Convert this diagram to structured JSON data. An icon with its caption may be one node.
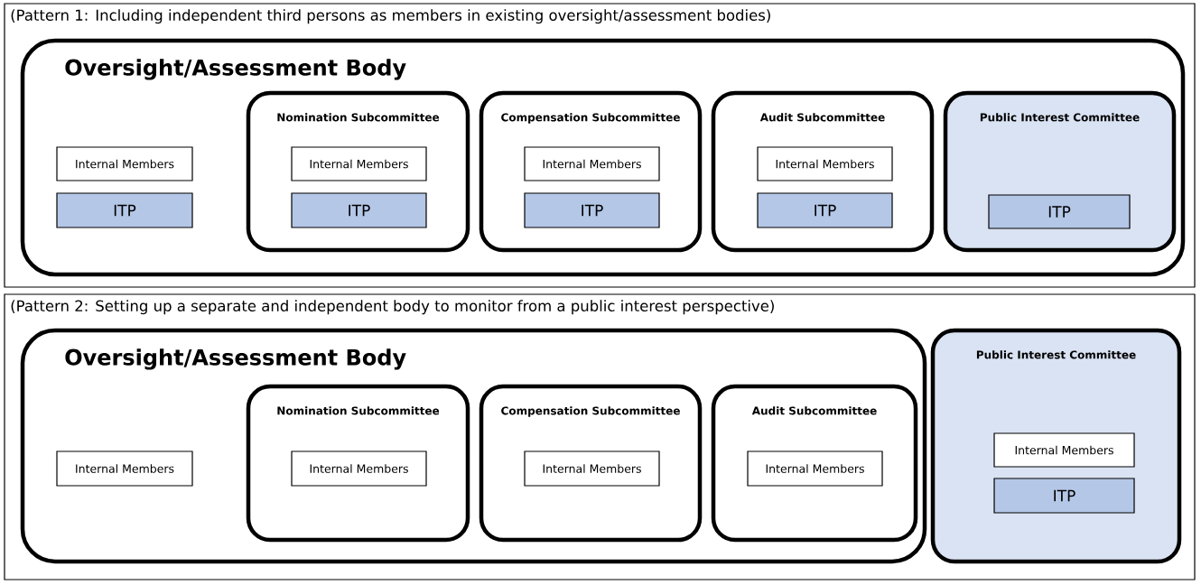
{
  "diagram": {
    "nodes": [
      {
        "text": [
          "(Pattern 1: Including independent third persons as members in existing oversight/assessment bodies)"
        ]
      },
      {
        "text": [
          "Oversight/Assessment Body"
        ],
        "in": 0
      },
      {
        "text": [
          "Internal Members"
        ],
        "in": 1
      },
      {
        "text": [
          "ITP"
        ],
        "in": 1
      },
      {
        "text": [
          "Nomination Subcommittee"
        ],
        "in": 1
      },
      {
        "text": [
          "Internal Members"
        ],
        "in": 4
      },
      {
        "text": [
          "ITP"
        ],
        "in": 4
      },
      {
        "text": [
          "Compensation Subcommittee"
        ],
        "in": 1
      },
      {
        "text": [
          "Internal Members"
        ],
        "in": 7
      },
      {
        "text": [
          "ITP"
        ],
        "in": 7
      },
      {
        "text": [
          "Audit Subcommittee"
        ],
        "in": 1
      },
      {
        "text": [
          "Internal Members"
        ],
        "in": 10
      },
      {
        "text": [
          "ITP"
        ],
        "in": 10
      },
      {
        "text": [
          "Public Interest Committee"
        ],
        "in": 1
      },
      {
        "text": [
          "ITP"
        ],
        "in": 13
      },
      {
        "text": [
          "(Pattern 2: Setting up a separate and independent body to monitor from a public interest perspective)"
        ]
      },
      {
        "text": [
          "Oversight/Assessment Body"
        ],
        "in": 15
      },
      {
        "text": [
          "Internal Members"
        ],
        "in": 16
      },
      {
        "text": [
          "Nomination Subcommittee"
        ],
        "in": 16
      },
      {
        "text": [
          "Internal Members"
        ],
        "in": 18
      },
      {
        "text": [
          "Compensation Subcommittee"
        ],
        "in": 16
      },
      {
        "text": [
          "Internal Members"
        ],
        "in": 20
      },
      {
        "text": [
          "Audit Subcommittee"
        ],
        "in": 16
      },
      {
        "text": [
          "Internal Members"
        ],
        "in": 22
      },
      {
        "text": [
          "Public Interest Committee"
        ],
        "in": 15
      },
      {
        "text": [
          "Internal Members"
        ],
        "in": 24
      },
      {
        "text": [
          "ITP"
        ],
        "in": 24
      }
    ]
  }
}
